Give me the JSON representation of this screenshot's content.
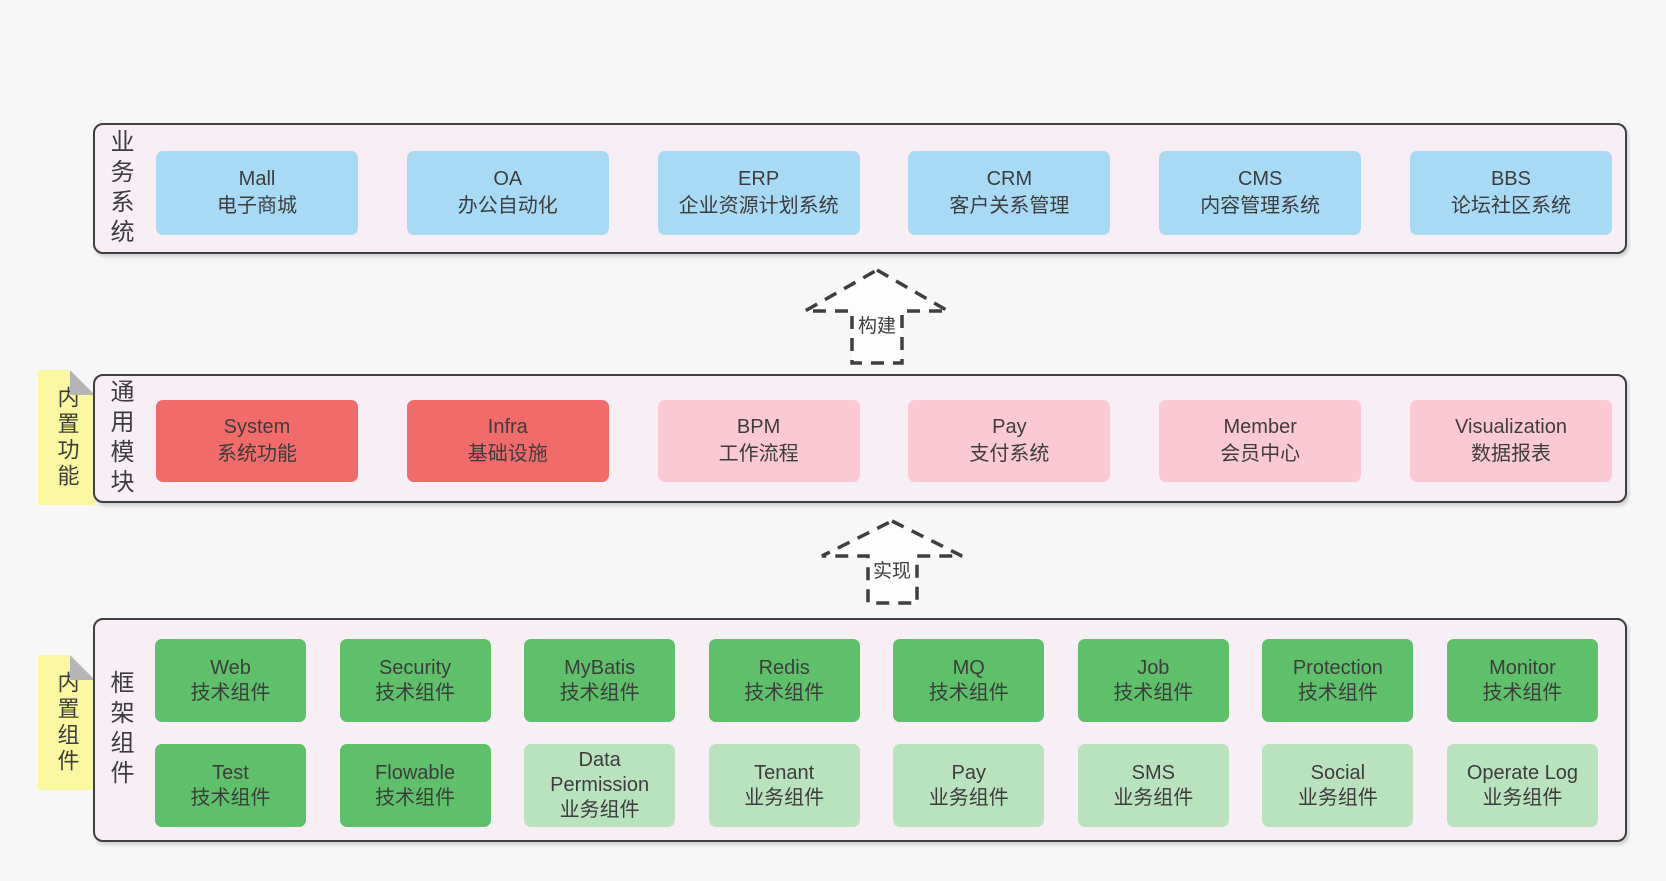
{
  "colors": {
    "page_bg": "#f7f7f7",
    "tier_bg": "#f8eef6",
    "border": "#3f3f3f",
    "text": "#3d3d3d",
    "blue": "#a9daf4",
    "red": "#f16b6b",
    "pink": "#fbc9d4",
    "green": "#5ec06b",
    "lightgreen": "#b9e3bd",
    "sticky_yellow": "#fbf7a1",
    "sticky_fold": "#b5b5b5",
    "arrow_fill": "#fdfdfd"
  },
  "tiers": [
    {
      "label": "业务系统",
      "rows": [
        [
          {
            "name": "Mall",
            "subtitle": "电子商城",
            "variant": "blue"
          },
          {
            "name": "OA",
            "subtitle": "办公自动化",
            "variant": "blue"
          },
          {
            "name": "ERP",
            "subtitle": "企业资源计划系统",
            "variant": "blue"
          },
          {
            "name": "CRM",
            "subtitle": "客户关系管理",
            "variant": "blue"
          },
          {
            "name": "CMS",
            "subtitle": "内容管理系统",
            "variant": "blue"
          },
          {
            "name": "BBS",
            "subtitle": "论坛社区系统",
            "variant": "blue"
          }
        ]
      ]
    },
    {
      "label": "通用模块",
      "sticky": "内置功能",
      "rows": [
        [
          {
            "name": "System",
            "subtitle": "系统功能",
            "variant": "red"
          },
          {
            "name": "Infra",
            "subtitle": "基础设施",
            "variant": "red"
          },
          {
            "name": "BPM",
            "subtitle": "工作流程",
            "variant": "pink"
          },
          {
            "name": "Pay",
            "subtitle": "支付系统",
            "variant": "pink"
          },
          {
            "name": "Member",
            "subtitle": "会员中心",
            "variant": "pink"
          },
          {
            "name": "Visualization",
            "subtitle": "数据报表",
            "variant": "pink"
          }
        ]
      ]
    },
    {
      "label": "框架组件",
      "sticky": "内置组件",
      "rows": [
        [
          {
            "name": "Web",
            "subtitle": "技术组件",
            "variant": "green"
          },
          {
            "name": "Security",
            "subtitle": "技术组件",
            "variant": "green"
          },
          {
            "name": "MyBatis",
            "subtitle": "技术组件",
            "variant": "green"
          },
          {
            "name": "Redis",
            "subtitle": "技术组件",
            "variant": "green"
          },
          {
            "name": "MQ",
            "subtitle": "技术组件",
            "variant": "green"
          },
          {
            "name": "Job",
            "subtitle": "技术组件",
            "variant": "green"
          },
          {
            "name": "Protection",
            "subtitle": "技术组件",
            "variant": "green"
          },
          {
            "name": "Monitor",
            "subtitle": "技术组件",
            "variant": "green"
          }
        ],
        [
          {
            "name": "Test",
            "subtitle": "技术组件",
            "variant": "green"
          },
          {
            "name": "Flowable",
            "subtitle": "技术组件",
            "variant": "green"
          },
          {
            "name": "Data Permission",
            "subtitle": "业务组件",
            "variant": "lightgreen"
          },
          {
            "name": "Tenant",
            "subtitle": "业务组件",
            "variant": "lightgreen"
          },
          {
            "name": "Pay",
            "subtitle": "业务组件",
            "variant": "lightgreen"
          },
          {
            "name": "SMS",
            "subtitle": "业务组件",
            "variant": "lightgreen"
          },
          {
            "name": "Social",
            "subtitle": "业务组件",
            "variant": "lightgreen"
          },
          {
            "name": "Operate Log",
            "subtitle": "业务组件",
            "variant": "lightgreen"
          }
        ]
      ]
    }
  ],
  "arrows": [
    {
      "label": "构建"
    },
    {
      "label": "实现"
    }
  ]
}
